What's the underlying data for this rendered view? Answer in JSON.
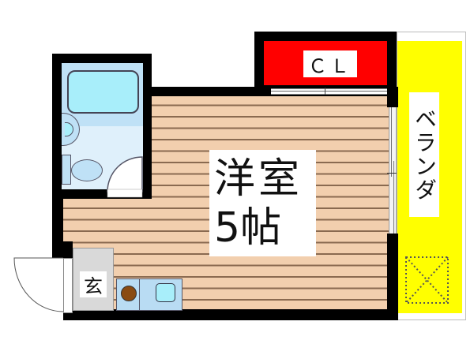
{
  "floorplan": {
    "main_room": {
      "name": "洋室",
      "size": "5帖",
      "floor_color": "#f2cfae"
    },
    "closet": {
      "label": "ＣＬ",
      "color": "#ff0000"
    },
    "veranda": {
      "label": "ベランダ",
      "color": "#ffff00"
    },
    "entrance": {
      "label": "玄",
      "color": "#d9d9d9"
    },
    "bathroom": {
      "color": "#cfe8f8",
      "tub_color": "#a8eefa"
    },
    "kitchen": {
      "color": "#b9dcf3",
      "stove_color": "#8a4b12",
      "sink_color": "#a8eefa"
    },
    "wall_color": "#000000"
  }
}
